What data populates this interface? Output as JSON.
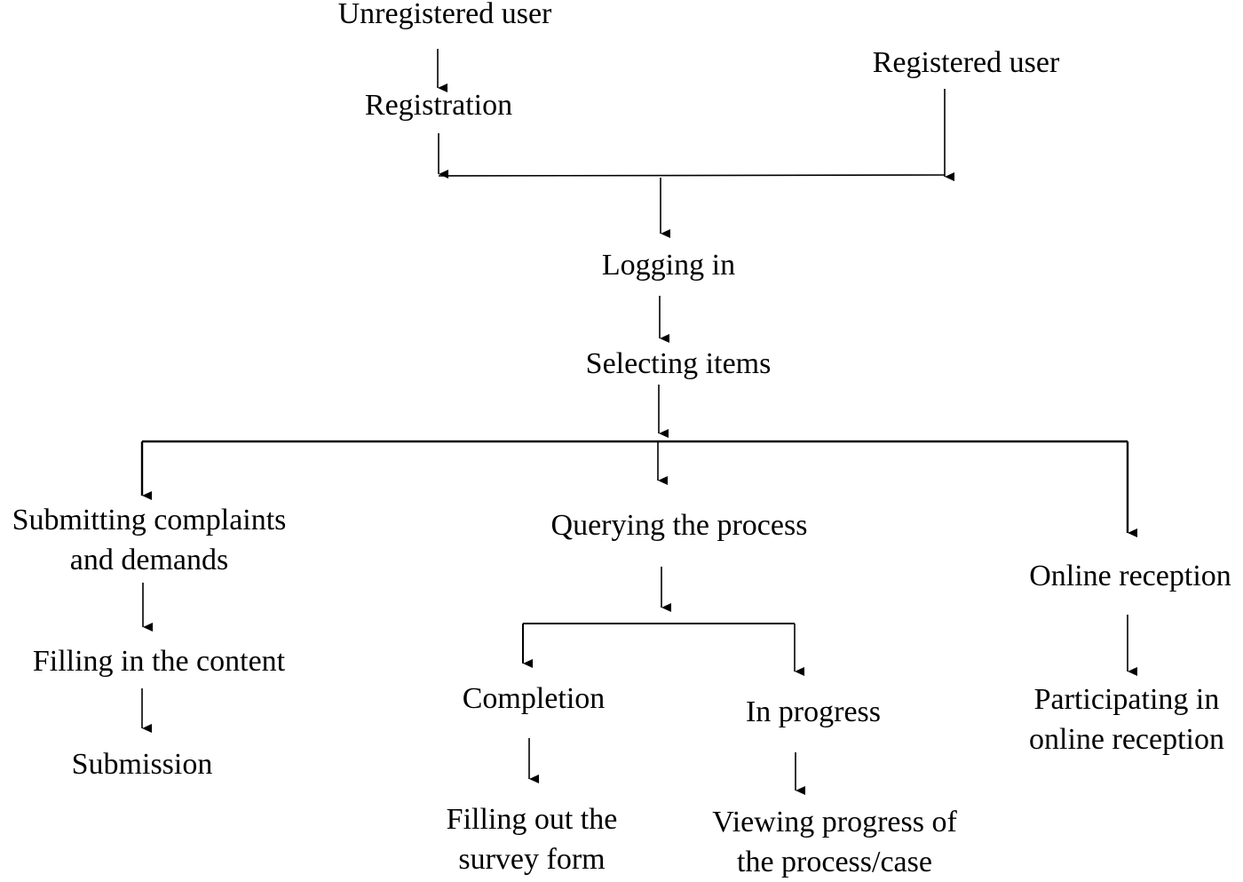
{
  "diagram": {
    "type": "flowchart",
    "colors": {
      "line": "#000000",
      "text": "#000000",
      "background": "#ffffff"
    },
    "nodes": {
      "unregistered_user": "Unregistered user",
      "registration": "Registration",
      "registered_user": "Registered user",
      "logging_in": "Logging in",
      "selecting_items": "Selecting items",
      "submitting_complaints": [
        "Submitting complaints",
        "and demands"
      ],
      "filling_content": "Filling in the content",
      "submission": "Submission",
      "querying_process": "Querying the process",
      "completion": "Completion",
      "in_progress": "In progress",
      "filling_survey": [
        "Filling out the",
        "survey form"
      ],
      "viewing_progress": [
        "Viewing progress of",
        "the process/case"
      ],
      "online_reception": "Online reception",
      "participating_reception": [
        "Participating in",
        "online reception"
      ]
    }
  }
}
